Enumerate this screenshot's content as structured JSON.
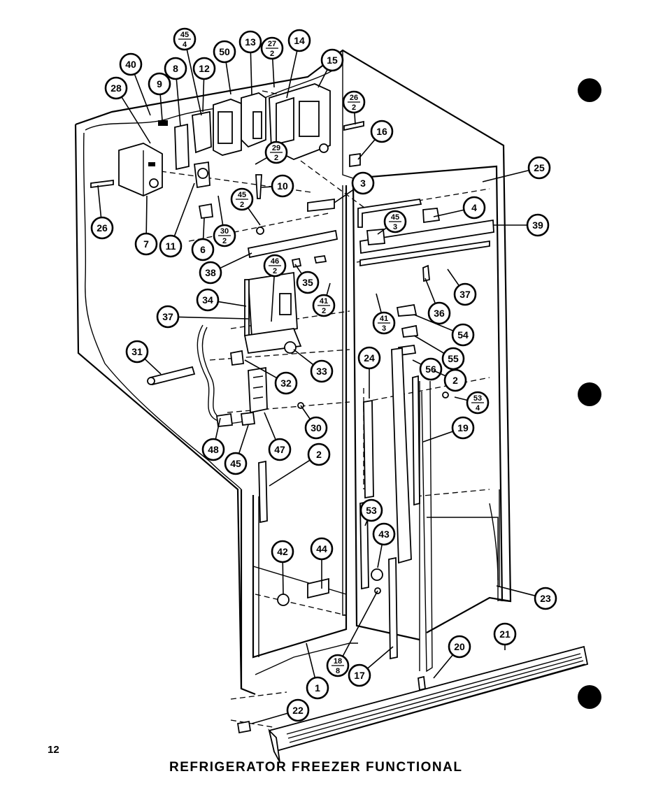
{
  "page_number": "12",
  "title": "REFRIGERATOR FREEZER FUNCTIONAL",
  "callouts": [
    {
      "id": "45-4",
      "num": "45",
      "den": "4"
    },
    {
      "id": "50",
      "label": "50"
    },
    {
      "id": "13",
      "label": "13"
    },
    {
      "id": "27-2",
      "num": "27",
      "den": "2"
    },
    {
      "id": "14",
      "label": "14"
    },
    {
      "id": "15",
      "label": "15"
    },
    {
      "id": "40",
      "label": "40"
    },
    {
      "id": "8",
      "label": "8"
    },
    {
      "id": "12",
      "label": "12"
    },
    {
      "id": "9",
      "label": "9"
    },
    {
      "id": "28",
      "label": "28"
    },
    {
      "id": "26-top",
      "num": "26",
      "den": "2"
    },
    {
      "id": "16",
      "label": "16"
    },
    {
      "id": "29-2",
      "num": "29",
      "den": "2"
    },
    {
      "id": "25",
      "label": "25"
    },
    {
      "id": "3",
      "label": "3"
    },
    {
      "id": "10",
      "label": "10"
    },
    {
      "id": "4",
      "label": "4"
    },
    {
      "id": "45-2",
      "num": "45",
      "den": "2"
    },
    {
      "id": "45-3",
      "num": "45",
      "den": "3"
    },
    {
      "id": "39",
      "label": "39"
    },
    {
      "id": "26",
      "label": "26"
    },
    {
      "id": "30-2",
      "num": "30",
      "den": "2"
    },
    {
      "id": "7",
      "label": "7"
    },
    {
      "id": "11",
      "label": "11"
    },
    {
      "id": "6",
      "label": "6"
    },
    {
      "id": "38",
      "label": "38"
    },
    {
      "id": "46-2",
      "num": "46",
      "den": "2"
    },
    {
      "id": "35",
      "label": "35"
    },
    {
      "id": "37-right",
      "label": "37"
    },
    {
      "id": "34",
      "label": "34"
    },
    {
      "id": "41-2",
      "num": "41",
      "den": "2"
    },
    {
      "id": "36",
      "label": "36"
    },
    {
      "id": "37-left",
      "label": "37"
    },
    {
      "id": "41-3",
      "num": "41",
      "den": "3"
    },
    {
      "id": "54",
      "label": "54"
    },
    {
      "id": "31",
      "label": "31"
    },
    {
      "id": "55",
      "label": "55"
    },
    {
      "id": "24",
      "label": "24"
    },
    {
      "id": "33",
      "label": "33"
    },
    {
      "id": "56",
      "label": "56"
    },
    {
      "id": "32",
      "label": "32"
    },
    {
      "id": "2-right",
      "label": "2"
    },
    {
      "id": "53-4",
      "num": "53",
      "den": "4"
    },
    {
      "id": "19",
      "label": "19"
    },
    {
      "id": "30",
      "label": "30"
    },
    {
      "id": "48",
      "label": "48"
    },
    {
      "id": "47",
      "label": "47"
    },
    {
      "id": "2-mid",
      "label": "2"
    },
    {
      "id": "45",
      "label": "45"
    },
    {
      "id": "53",
      "label": "53"
    },
    {
      "id": "43",
      "label": "43"
    },
    {
      "id": "42",
      "label": "42"
    },
    {
      "id": "44",
      "label": "44"
    },
    {
      "id": "23",
      "label": "23"
    },
    {
      "id": "21",
      "label": "21"
    },
    {
      "id": "20",
      "label": "20"
    },
    {
      "id": "18-8",
      "num": "18",
      "den": "8"
    },
    {
      "id": "17",
      "label": "17"
    },
    {
      "id": "1",
      "label": "1"
    },
    {
      "id": "22",
      "label": "22"
    }
  ]
}
